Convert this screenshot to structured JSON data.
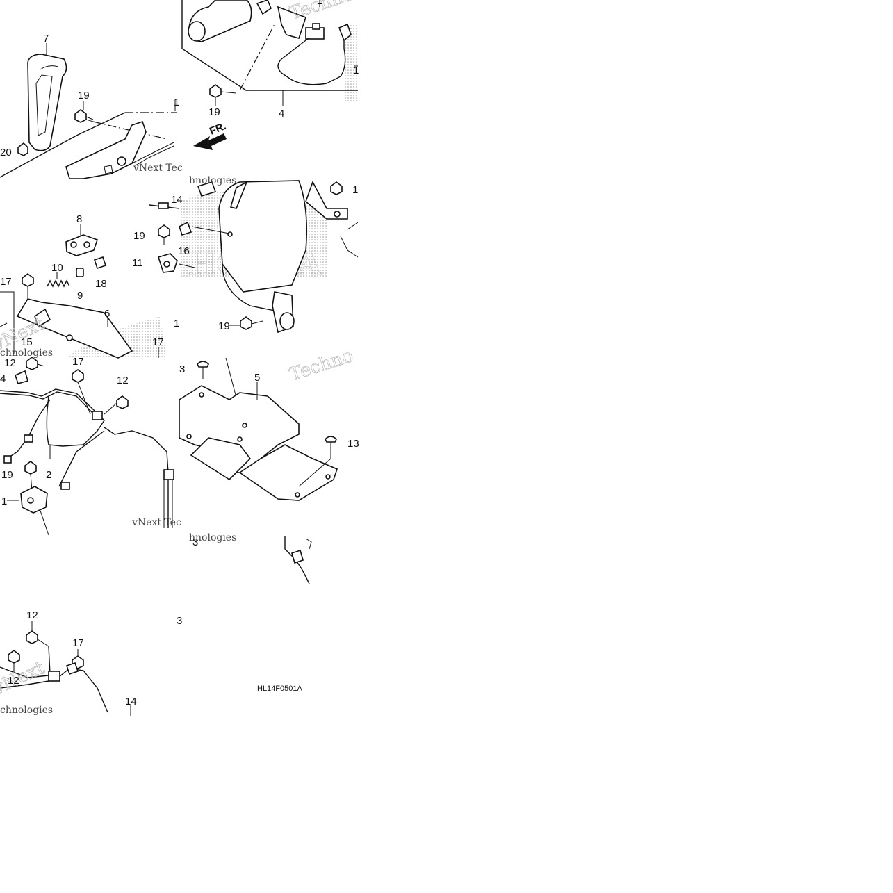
{
  "diagram": {
    "code": "HL14F0501A",
    "front_arrow_label": "FR.",
    "brand_watermark": "HONDA",
    "watermarks": [
      "vNext Tec",
      "hnologies",
      "Techno",
      "vNext",
      "chnologies",
      "Technologies"
    ],
    "callouts": [
      {
        "id": "c7a",
        "label": "7"
      },
      {
        "id": "c19a",
        "label": "19"
      },
      {
        "id": "c20",
        "label": "20"
      },
      {
        "id": "c1a",
        "label": "1"
      },
      {
        "id": "c19b",
        "label": "19"
      },
      {
        "id": "c4",
        "label": "4"
      },
      {
        "id": "c1b",
        "label": "1"
      },
      {
        "id": "c1c",
        "label": "1"
      },
      {
        "id": "c14a",
        "label": "14"
      },
      {
        "id": "c8",
        "label": "8"
      },
      {
        "id": "c19c",
        "label": "19"
      },
      {
        "id": "c16",
        "label": "16"
      },
      {
        "id": "c11",
        "label": "11"
      },
      {
        "id": "c10",
        "label": "10"
      },
      {
        "id": "c18",
        "label": "18"
      },
      {
        "id": "c17a",
        "label": "17"
      },
      {
        "id": "c9",
        "label": "9"
      },
      {
        "id": "c6",
        "label": "6"
      },
      {
        "id": "c1d",
        "label": "1"
      },
      {
        "id": "c17b",
        "label": "17"
      },
      {
        "id": "c15",
        "label": "15"
      },
      {
        "id": "c19d",
        "label": "19"
      },
      {
        "id": "c1e",
        "label": "1"
      },
      {
        "id": "c12a",
        "label": "12"
      },
      {
        "id": "c4b",
        "label": "4"
      },
      {
        "id": "c17c",
        "label": "17"
      },
      {
        "id": "c12b",
        "label": "12"
      },
      {
        "id": "c3a",
        "label": "3"
      },
      {
        "id": "c5",
        "label": "5"
      },
      {
        "id": "c13",
        "label": "13"
      },
      {
        "id": "c19e",
        "label": "19"
      },
      {
        "id": "c2",
        "label": "2"
      },
      {
        "id": "c1f",
        "label": "1"
      },
      {
        "id": "c3b",
        "label": "3"
      },
      {
        "id": "c12c",
        "label": "12"
      },
      {
        "id": "c17d",
        "label": "17"
      },
      {
        "id": "c3c",
        "label": "3"
      },
      {
        "id": "c12d",
        "label": "12"
      },
      {
        "id": "c14b",
        "label": "14"
      }
    ]
  }
}
